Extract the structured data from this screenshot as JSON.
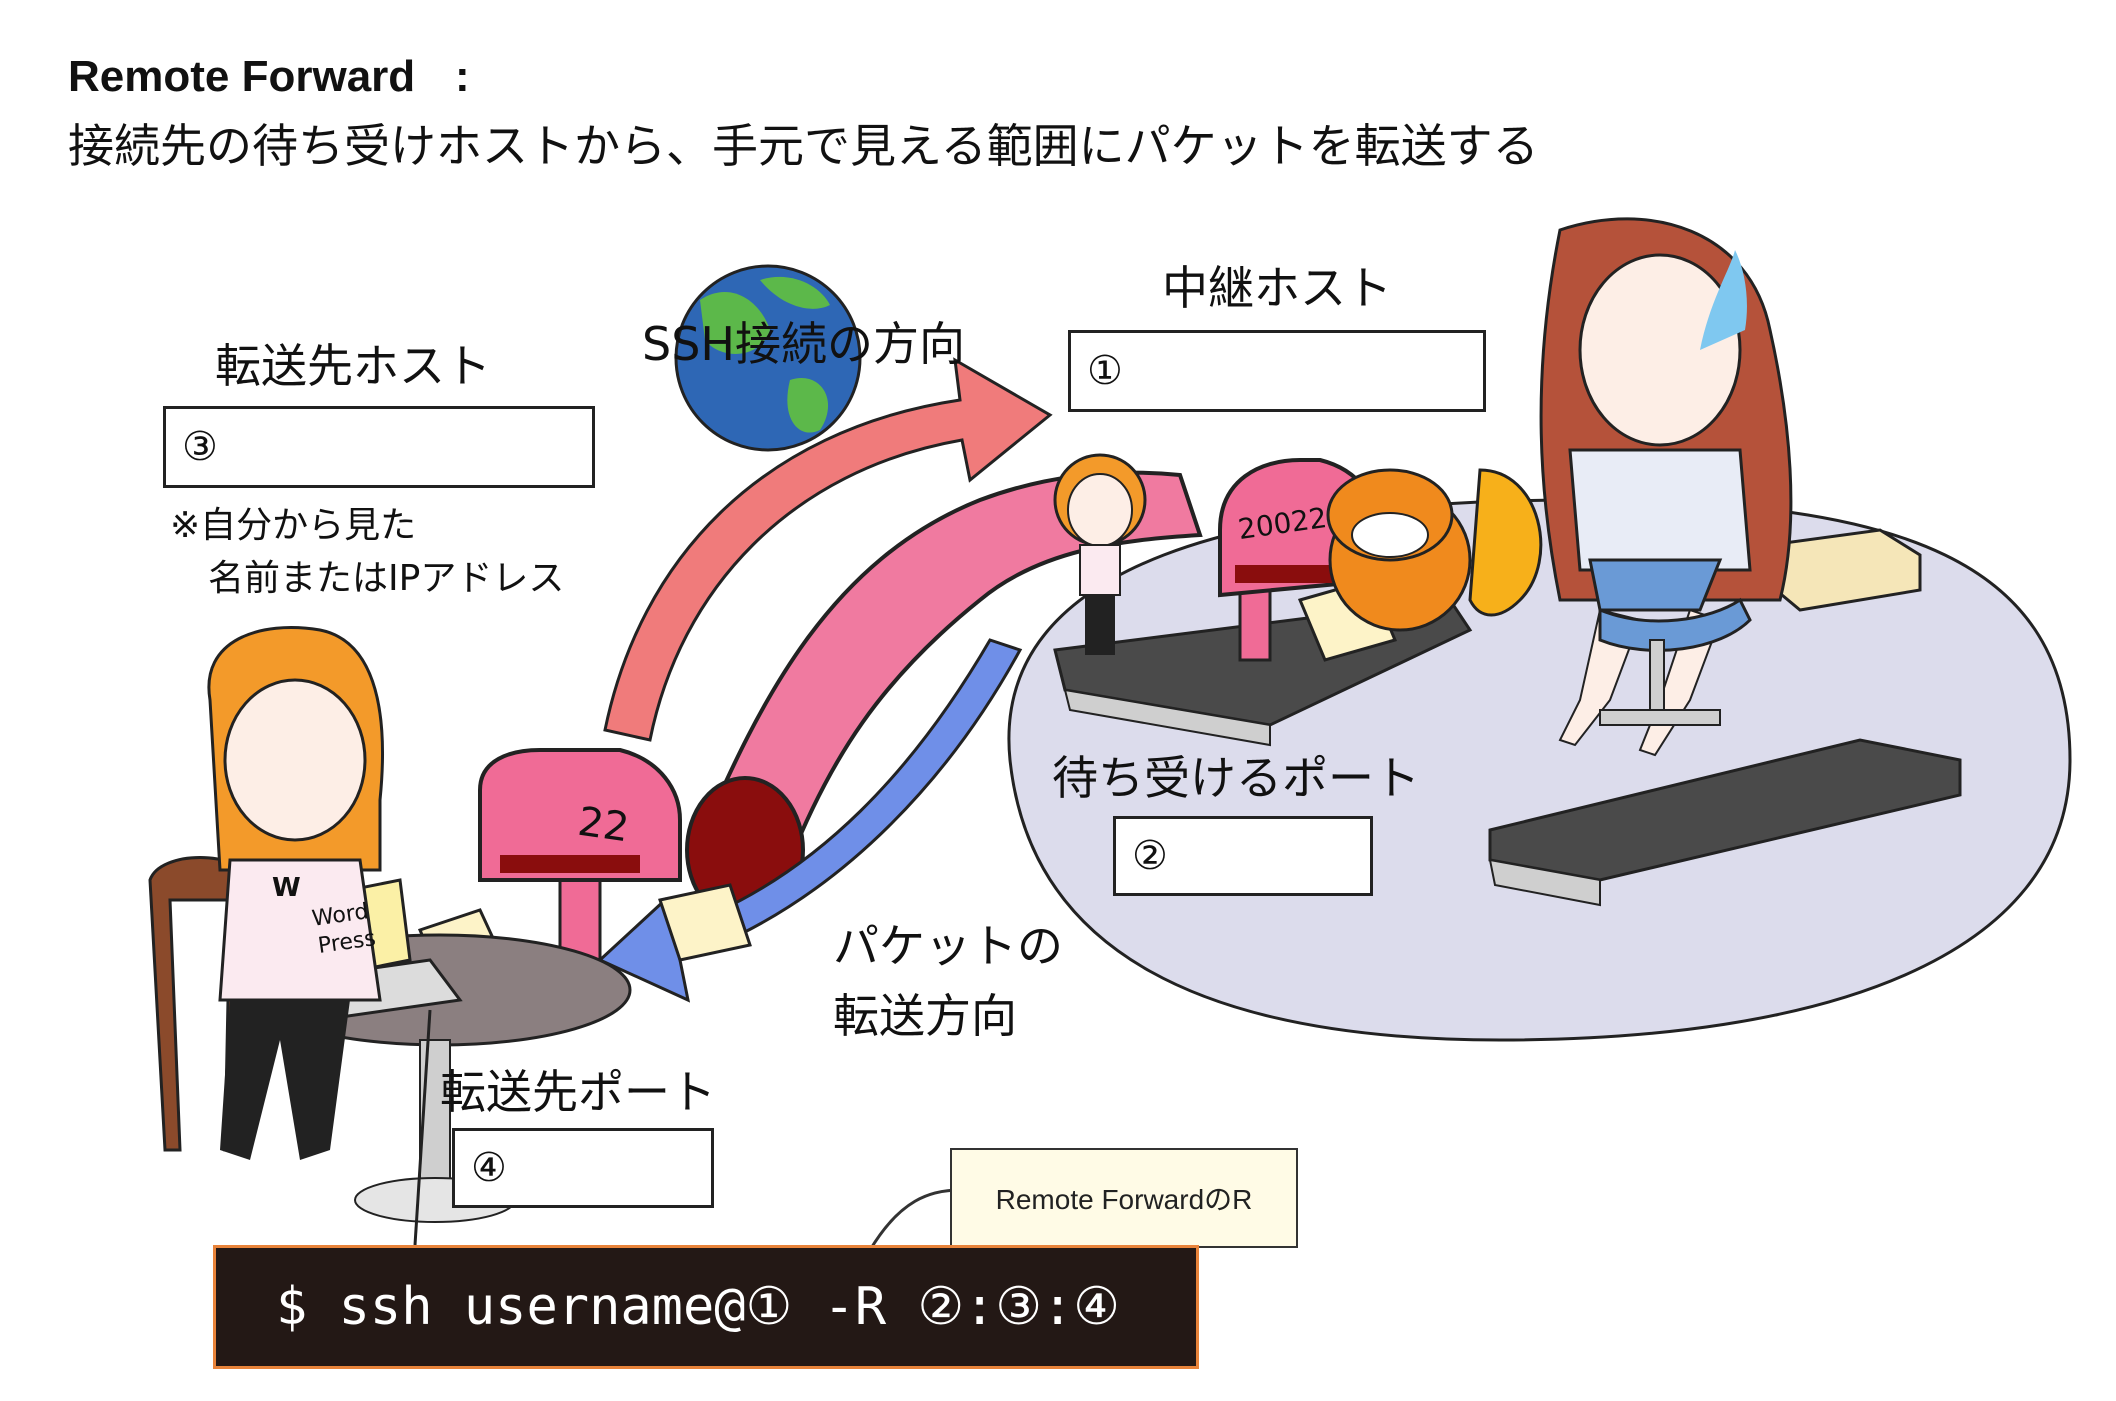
{
  "title": {
    "en": "Remote Forward",
    "jp": "接続先の待ち受けホストから、手元で見える範囲にパケットを転送する"
  },
  "labels": {
    "relay_host": "中継ホスト",
    "ssh_direction": "SSH接続の方向",
    "dest_host": "転送先ホスト",
    "note": [
      "※自分から見た",
      "名前またはIPアドレス"
    ],
    "listen_port": "待ち受けるポート",
    "packet_direction": [
      "パケットの",
      "転送方向"
    ],
    "dest_port": "転送先ポート"
  },
  "boxes": {
    "relay_host": "①",
    "listen_port": "②",
    "dest_host": "③",
    "dest_port": "④"
  },
  "mailboxes": {
    "local": "22",
    "remote": "20022"
  },
  "laptop_sticker": [
    "Word",
    "Press"
  ],
  "wordpress_badge": "W",
  "callout": "Remote ForwardのR",
  "command": "$ ssh username@① -R ②:③:④",
  "colors": {
    "pink_tube": "#f07aa0",
    "ssh_arrow": "#f07b7b",
    "packet_arrow": "#6f8fe8",
    "mailbox": "#f06b96",
    "floor": "#dcdcec",
    "terminal_bg": "#231815",
    "terminal_border": "#e8833a"
  }
}
